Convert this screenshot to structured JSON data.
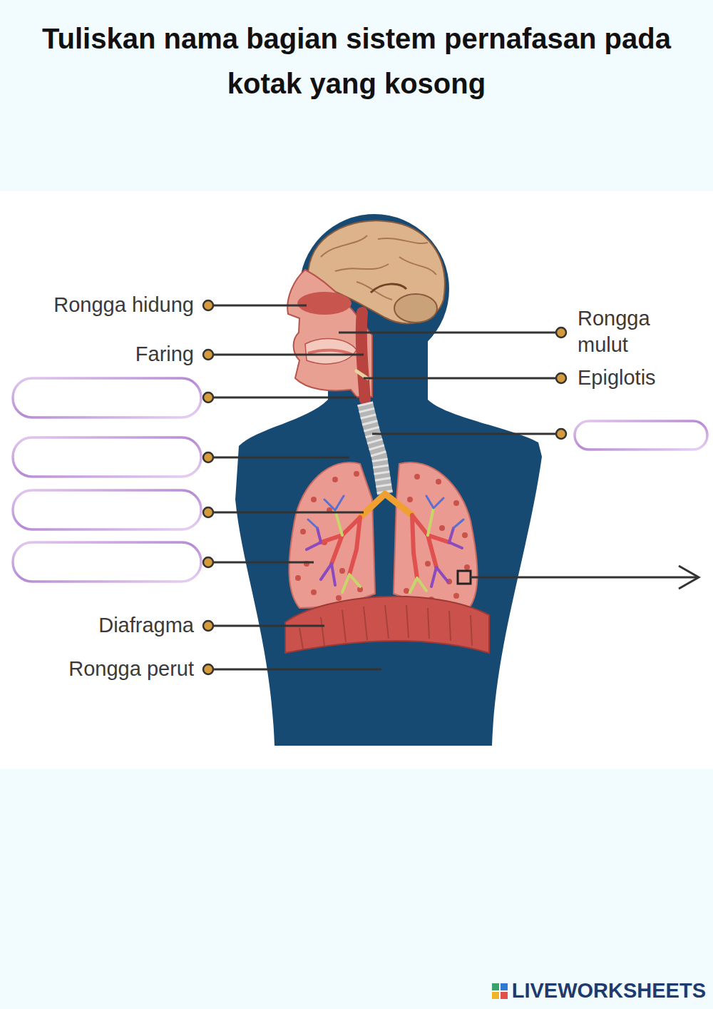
{
  "diagram": {
    "title": "Tuliskan nama bagian sistem pernafasan pada kotak yang kosong",
    "labels": [
      "Rongga hidung",
      "Rongga mulut",
      "Faring",
      "Epiglotis",
      "Diafragma",
      "Rongga perut",
      "LIVEWORKSHEETS"
    ]
  }
}
